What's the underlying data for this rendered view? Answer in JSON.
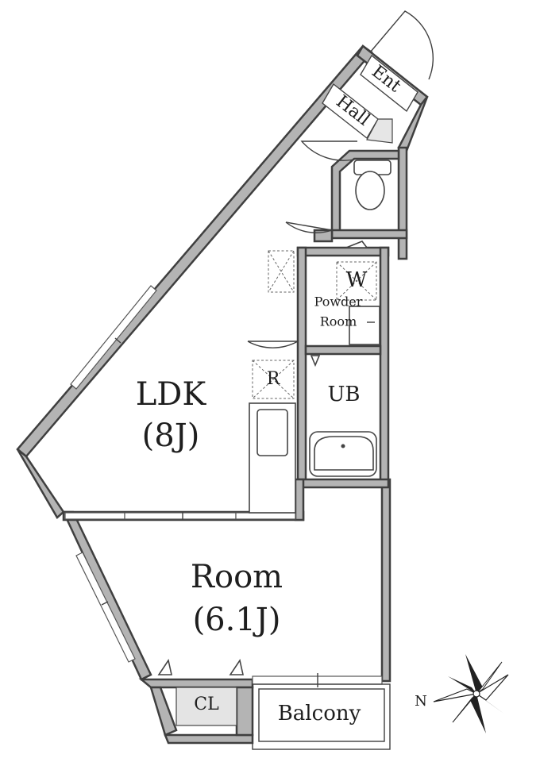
{
  "rooms": {
    "ent": "Ent",
    "hall": "Hall",
    "ldk_name": "LDK",
    "ldk_size": "(8J)",
    "room_name": "Room",
    "room_size": "(6.1J)",
    "ub": "UB",
    "washer": "W",
    "powder_line1": "Powder",
    "powder_line2": "Room",
    "refrigerator": "R",
    "closet": "CL",
    "balcony": "Balcony"
  },
  "compass": {
    "north_label": "N"
  }
}
